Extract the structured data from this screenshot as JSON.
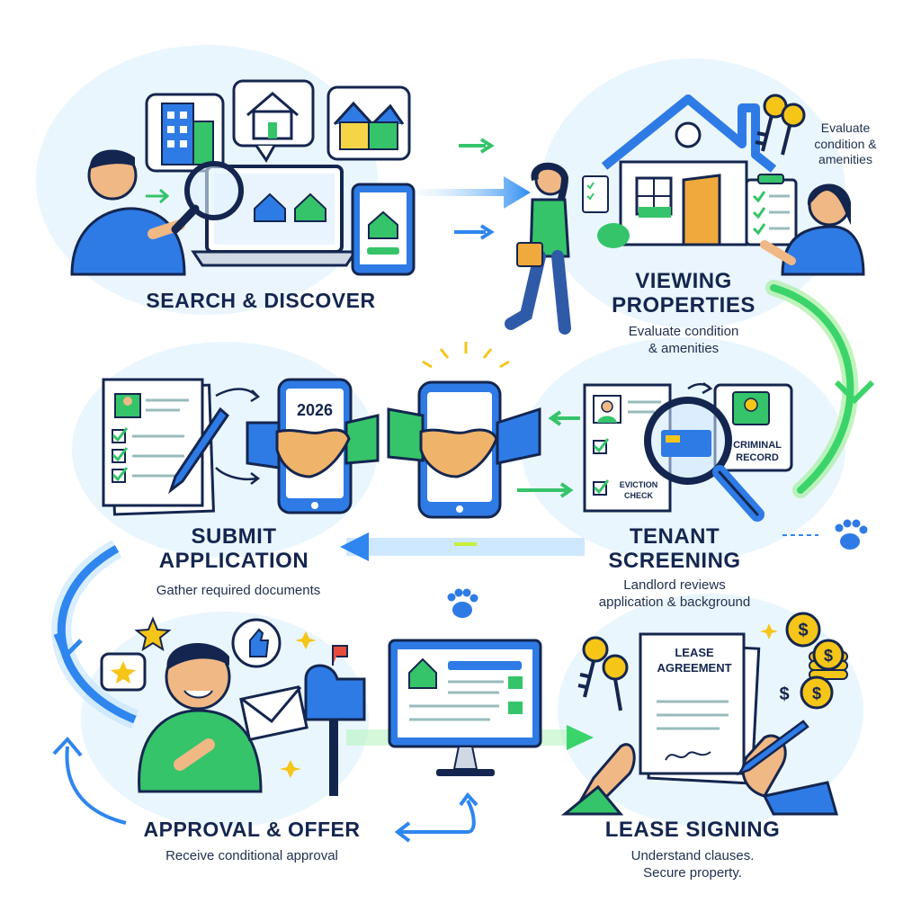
{
  "steps": {
    "search": {
      "title": "SEARCH & DISCOVER"
    },
    "viewing": {
      "title_line1": "VIEWING",
      "title_line2": "PROPERTIES",
      "desc_line1": "Evaluate condition",
      "desc_line2": "& amenities",
      "callout_line1": "Evaluate",
      "callout_line2": "condition &",
      "callout_line3": "amenities"
    },
    "submit": {
      "title_line1": "SUBMIT",
      "title_line2": "APPLICATION",
      "desc": "Gather required documents"
    },
    "screening": {
      "title_line1": "TENANT",
      "title_line2": "SCREENING",
      "desc_line1": "Landlord reviews",
      "desc_line2": "application & background"
    },
    "approval": {
      "title": "APPROVAL & OFFER",
      "desc": "Receive conditional approval"
    },
    "lease": {
      "title": "LEASE SIGNING",
      "desc_line1": "Understand clauses.",
      "desc_line2": "Secure property."
    }
  },
  "labels": {
    "phone_year": "2026",
    "criminal_line1": "CRIMINAL",
    "criminal_line2": "RECORD",
    "eviction_line1": "EVICTION",
    "eviction_line2": "CHECK",
    "lease_doc_line1": "LEASE",
    "lease_doc_line2": "AGREEMENT",
    "dollar": "$"
  },
  "icons": [
    "magnifier-icon",
    "building-icon",
    "house-icon",
    "laptop-icon",
    "tablet-icon",
    "key-icon",
    "clipboard-icon",
    "handshake-icon",
    "phone-icon",
    "id-card-icon",
    "paw-icon",
    "star-icon",
    "thumbs-up-icon",
    "mailbox-icon",
    "envelope-icon",
    "monitor-icon",
    "coin-icon",
    "pen-icon"
  ],
  "colors": {
    "navy": "#14264f",
    "blue": "#2e7be6",
    "green": "#35c46a",
    "light_blue": "#e3f2fd",
    "gold": "#f5c518"
  }
}
